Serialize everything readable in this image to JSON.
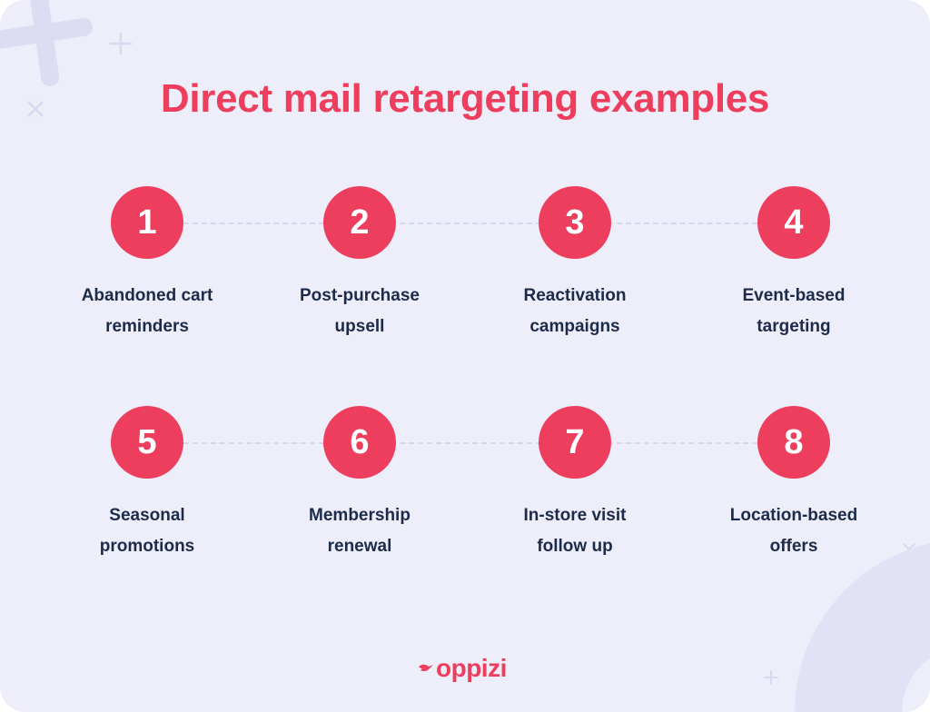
{
  "title": "Direct mail retargeting examples",
  "colors": {
    "background": "#eeeefa",
    "accent": "#ee3e5e",
    "text": "#1c2b4a",
    "connector": "#d6d6ec",
    "decoration": "#e2e2f6"
  },
  "steps": [
    {
      "number": "1",
      "label_line1": "Abandoned cart",
      "label_line2": "reminders"
    },
    {
      "number": "2",
      "label_line1": "Post-purchase",
      "label_line2": "upsell"
    },
    {
      "number": "3",
      "label_line1": "Reactivation",
      "label_line2": "campaigns"
    },
    {
      "number": "4",
      "label_line1": "Event-based",
      "label_line2": "targeting"
    },
    {
      "number": "5",
      "label_line1": "Seasonal",
      "label_line2": "promotions"
    },
    {
      "number": "6",
      "label_line1": "Membership",
      "label_line2": "renewal"
    },
    {
      "number": "7",
      "label_line1": "In-store visit",
      "label_line2": "follow up"
    },
    {
      "number": "8",
      "label_line1": "Location-based",
      "label_line2": "offers"
    }
  ],
  "logo": {
    "text": "oppizi",
    "icon": "bird-icon"
  }
}
